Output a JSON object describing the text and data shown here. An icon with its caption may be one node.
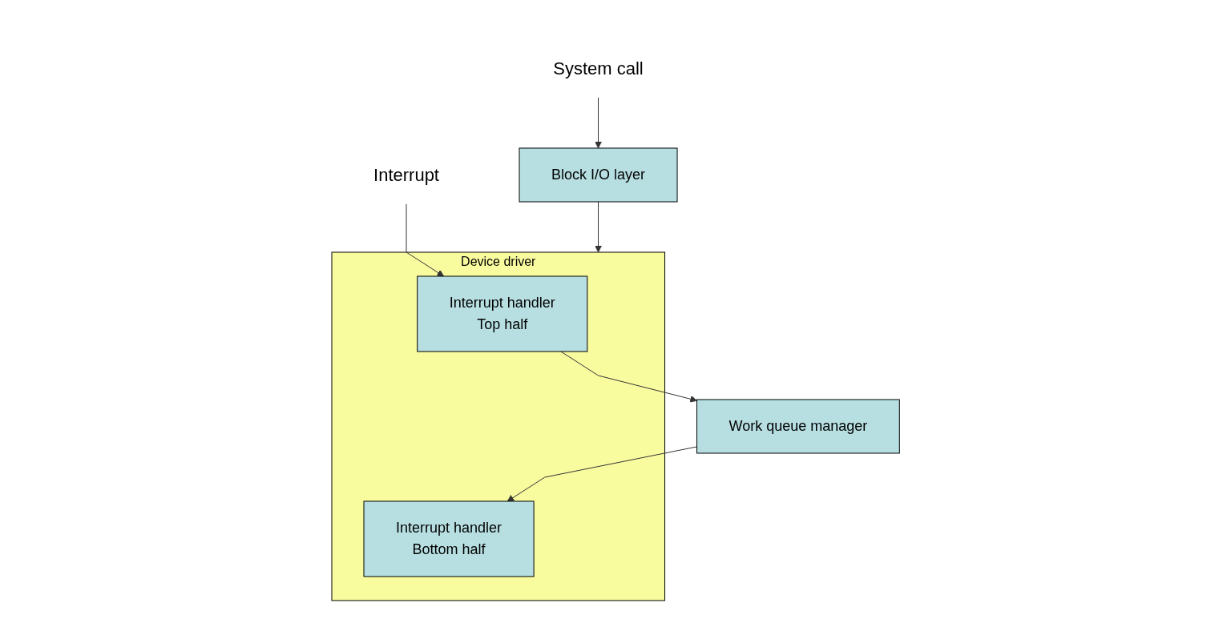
{
  "diagram": {
    "nodes": [
      {
        "text": [
          "System call"
        ]
      },
      {
        "text": [
          "Block I/O layer"
        ]
      },
      {
        "text": [
          "Device driver"
        ]
      },
      {
        "text": [
          "Interrupt"
        ]
      },
      {
        "text": [
          "Interrupt handler",
          "Top half"
        ],
        "in": 2
      },
      {
        "text": [
          "Interrupt handler",
          "Bottom half"
        ],
        "in": 2
      },
      {
        "text": [
          "Work queue manager"
        ]
      }
    ],
    "edges": [
      {
        "from": 0,
        "to": 1,
        "arrow": "to"
      },
      {
        "from": 1,
        "to": 2,
        "arrow": "to"
      },
      {
        "from": 3,
        "to": 4,
        "arrow": "to"
      },
      {
        "from": 4,
        "to": 6,
        "arrow": "to"
      },
      {
        "from": 6,
        "to": 5,
        "arrow": "to"
      }
    ]
  }
}
